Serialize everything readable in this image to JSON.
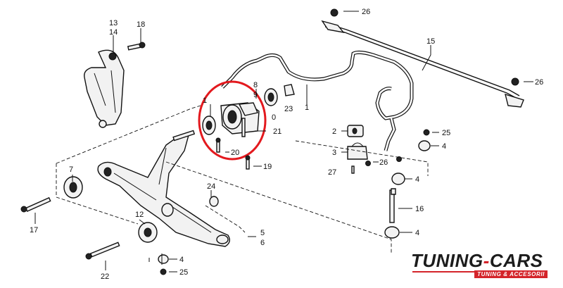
{
  "diagram": {
    "callouts": {
      "c1a": "1",
      "c1b": "1",
      "c2": "2",
      "c3": "3",
      "c4a": "4",
      "c4b": "4",
      "c4c": "4",
      "c4d": "4",
      "c5": "5",
      "c6": "6",
      "c7": "7",
      "c8": "8",
      "c9": "9",
      "c0": "0",
      "c12": "12",
      "c13": "13",
      "c14": "14",
      "c15": "15",
      "c16": "16",
      "c17": "17",
      "c18": "18",
      "c19": "19",
      "c20": "20",
      "c21": "21",
      "c22": "22",
      "c23": "23",
      "c24": "24",
      "c25a": "25",
      "c25b": "25",
      "c26a": "26",
      "c26b": "26",
      "c26c": "26",
      "c27": "27"
    },
    "highlight_color": "#e3191e"
  },
  "logo": {
    "brand_left": "TUNING",
    "brand_dash": "-",
    "brand_right": "CARS",
    "tagline": "TUNING & ACCESORII",
    "accent_color": "#d4242a"
  }
}
